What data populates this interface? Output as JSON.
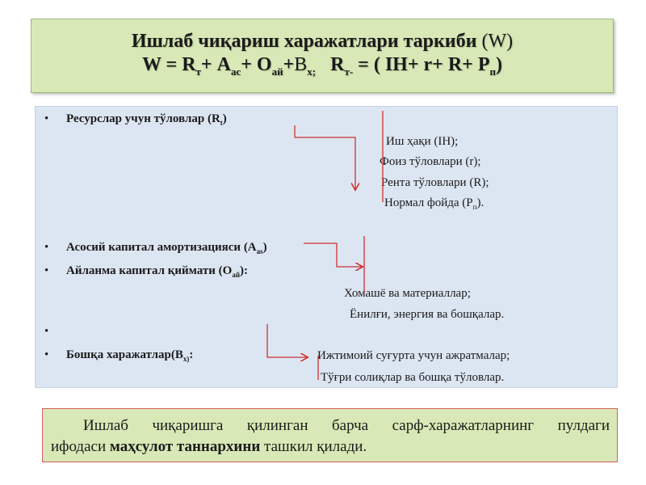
{
  "title": {
    "line1_main": "Ишлаб чиқариш харажатлари таркиби",
    "line1_suffix": "(W)",
    "line2": {
      "p1": "W =  R",
      "s1": "т",
      "p2": "+ А",
      "s2": "ас",
      "p3": "+ О",
      "s3": "ай",
      "p4": "+",
      "p5": "В",
      "s5": "х;",
      "p6": "R",
      "s6": "т-",
      "p7": " =   ( IН+ r+ R+ Р",
      "s7": "п",
      "p8": ")"
    }
  },
  "bullets": [
    {
      "dot": "•",
      "text": "Ресурслар учун тўловлар (R",
      "sub": "t",
      "after": ")"
    },
    {
      "dot": "•",
      "text": "Асосий капитал амортизацияси (А",
      "sub": "as",
      "after": ")"
    },
    {
      "dot": "•",
      "text": "Айланма капитал қиймати (О",
      "sub": "ай",
      "after": "):"
    },
    {
      "dot": "•",
      "text": "",
      "sub": "",
      "after": ""
    },
    {
      "dot": "•",
      "text": "Бошқа харажатлар(В",
      "sub": "х)",
      "after": ":"
    }
  ],
  "resource_items": {
    "wage": "Иш ҳақи (IН);",
    "interest": "Фоиз тўловлари (r);",
    "rent": "Рента тўловлари (R);",
    "profit_main": "Нормал фойда (Р",
    "profit_sub": "п",
    "profit_after": ")."
  },
  "working_capital_items": {
    "materials": "Хомашё ва материаллар;",
    "fuel": "Ёнилғи, энергия ва бошқалар."
  },
  "other_items": {
    "social": "Ижтимоий суғурта учун ажратмалар;",
    "taxes": "Тўғри солиқлар ва бошқа тўловлар."
  },
  "conclusion": {
    "line1": "Ишлаб чиқаришга қилинган барча сарф-харажатларнинг пулдаги",
    "line2_start": "ифодаси ",
    "line2_bold": "маҳсулот таннархини",
    "line2_end": " ташкил қилади."
  },
  "colors": {
    "title_bg": "#d8e8b6",
    "content_bg": "#dce6f2",
    "arrow": "#d03030"
  }
}
